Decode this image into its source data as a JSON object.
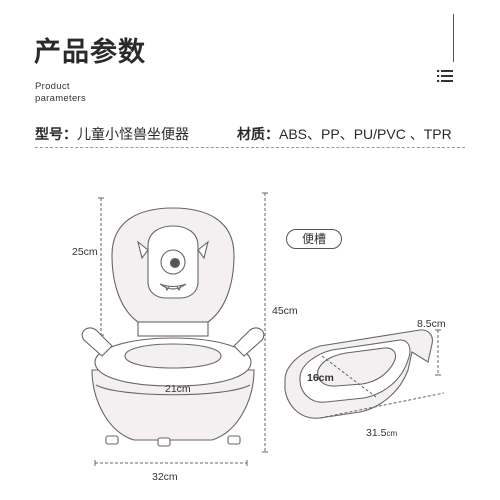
{
  "header": {
    "title": "产品参数",
    "subtitle_line1": "Product",
    "subtitle_line2": "parameters"
  },
  "specs": {
    "model_label": "型号：",
    "model_value": "儿童小怪兽坐便器",
    "material_label": "材质：",
    "material_value": "ABS、PP、PU/PVC 、TPR"
  },
  "potty_dims": {
    "lid_height": "25cm",
    "total_height": "45cm",
    "seat_height": "21cm",
    "width": "32cm"
  },
  "tray": {
    "label": "便槽",
    "height": "8.5cm",
    "width": "16cm",
    "length_main": "31.5",
    "length_unit": "cm"
  },
  "colors": {
    "line": "#666666",
    "body": "#f4f0f1",
    "text": "#333333"
  },
  "icons": {
    "menu": "list-menu-icon"
  }
}
